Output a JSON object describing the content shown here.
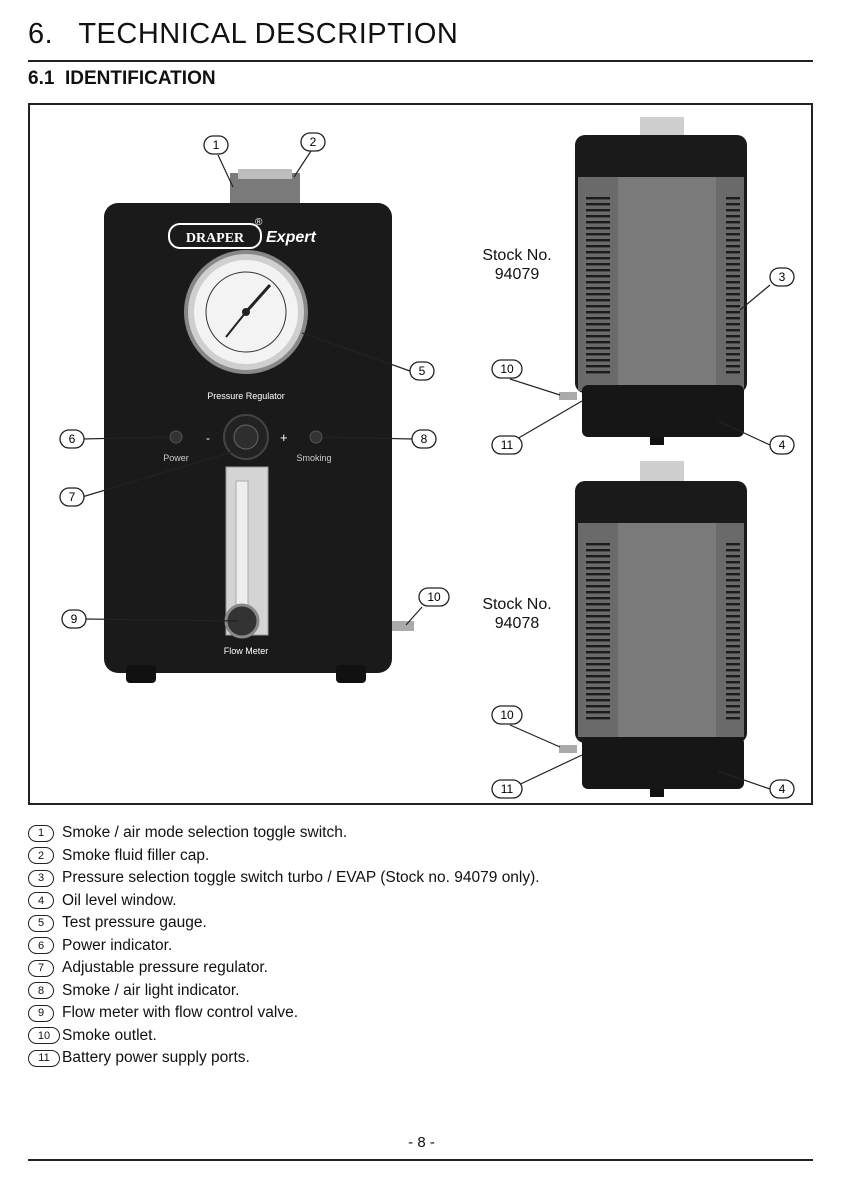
{
  "header": {
    "section_number": "6.",
    "section_title": "TECHNICAL DESCRIPTION",
    "subsection_number": "6.1",
    "subsection_title": "IDENTIFICATION"
  },
  "figure": {
    "brand_logo": "DRAPER",
    "brand_suffix": "Expert",
    "registered_mark": "®",
    "panel_labels": {
      "pressure_regulator": "Pressure Regulator",
      "power": "Power",
      "smoking": "Smoking",
      "flow_meter": "Flow Meter",
      "minus": "-",
      "plus": "+"
    },
    "units": [
      {
        "label": "Stock No.",
        "number": "94079"
      },
      {
        "label": "Stock No.",
        "number": "94078"
      }
    ],
    "callouts": [
      "1",
      "2",
      "3",
      "4",
      "5",
      "6",
      "7",
      "8",
      "9",
      "10",
      "11",
      "10",
      "11",
      "4"
    ]
  },
  "legend": [
    {
      "num": "1",
      "text": "Smoke / air mode selection toggle switch."
    },
    {
      "num": "2",
      "text": "Smoke fluid filler cap."
    },
    {
      "num": "3",
      "text": "Pressure selection toggle switch turbo / EVAP (Stock no. 94079 only)."
    },
    {
      "num": "4",
      "text": "Oil level window."
    },
    {
      "num": "5",
      "text": "Test pressure gauge."
    },
    {
      "num": "6",
      "text": "Power indicator."
    },
    {
      "num": "7",
      "text": "Adjustable pressure regulator."
    },
    {
      "num": "8",
      "text": "Smoke / air light indicator."
    },
    {
      "num": "9",
      "text": "Flow meter with flow control valve."
    },
    {
      "num": "10",
      "text": "Smoke outlet."
    },
    {
      "num": "11",
      "text": "Battery power supply ports."
    }
  ],
  "footer": {
    "page_number": "- 8 -"
  },
  "colors": {
    "device_body": "#1a1a1a",
    "side_panel": "#6e6e6e",
    "rule": "#222222"
  }
}
